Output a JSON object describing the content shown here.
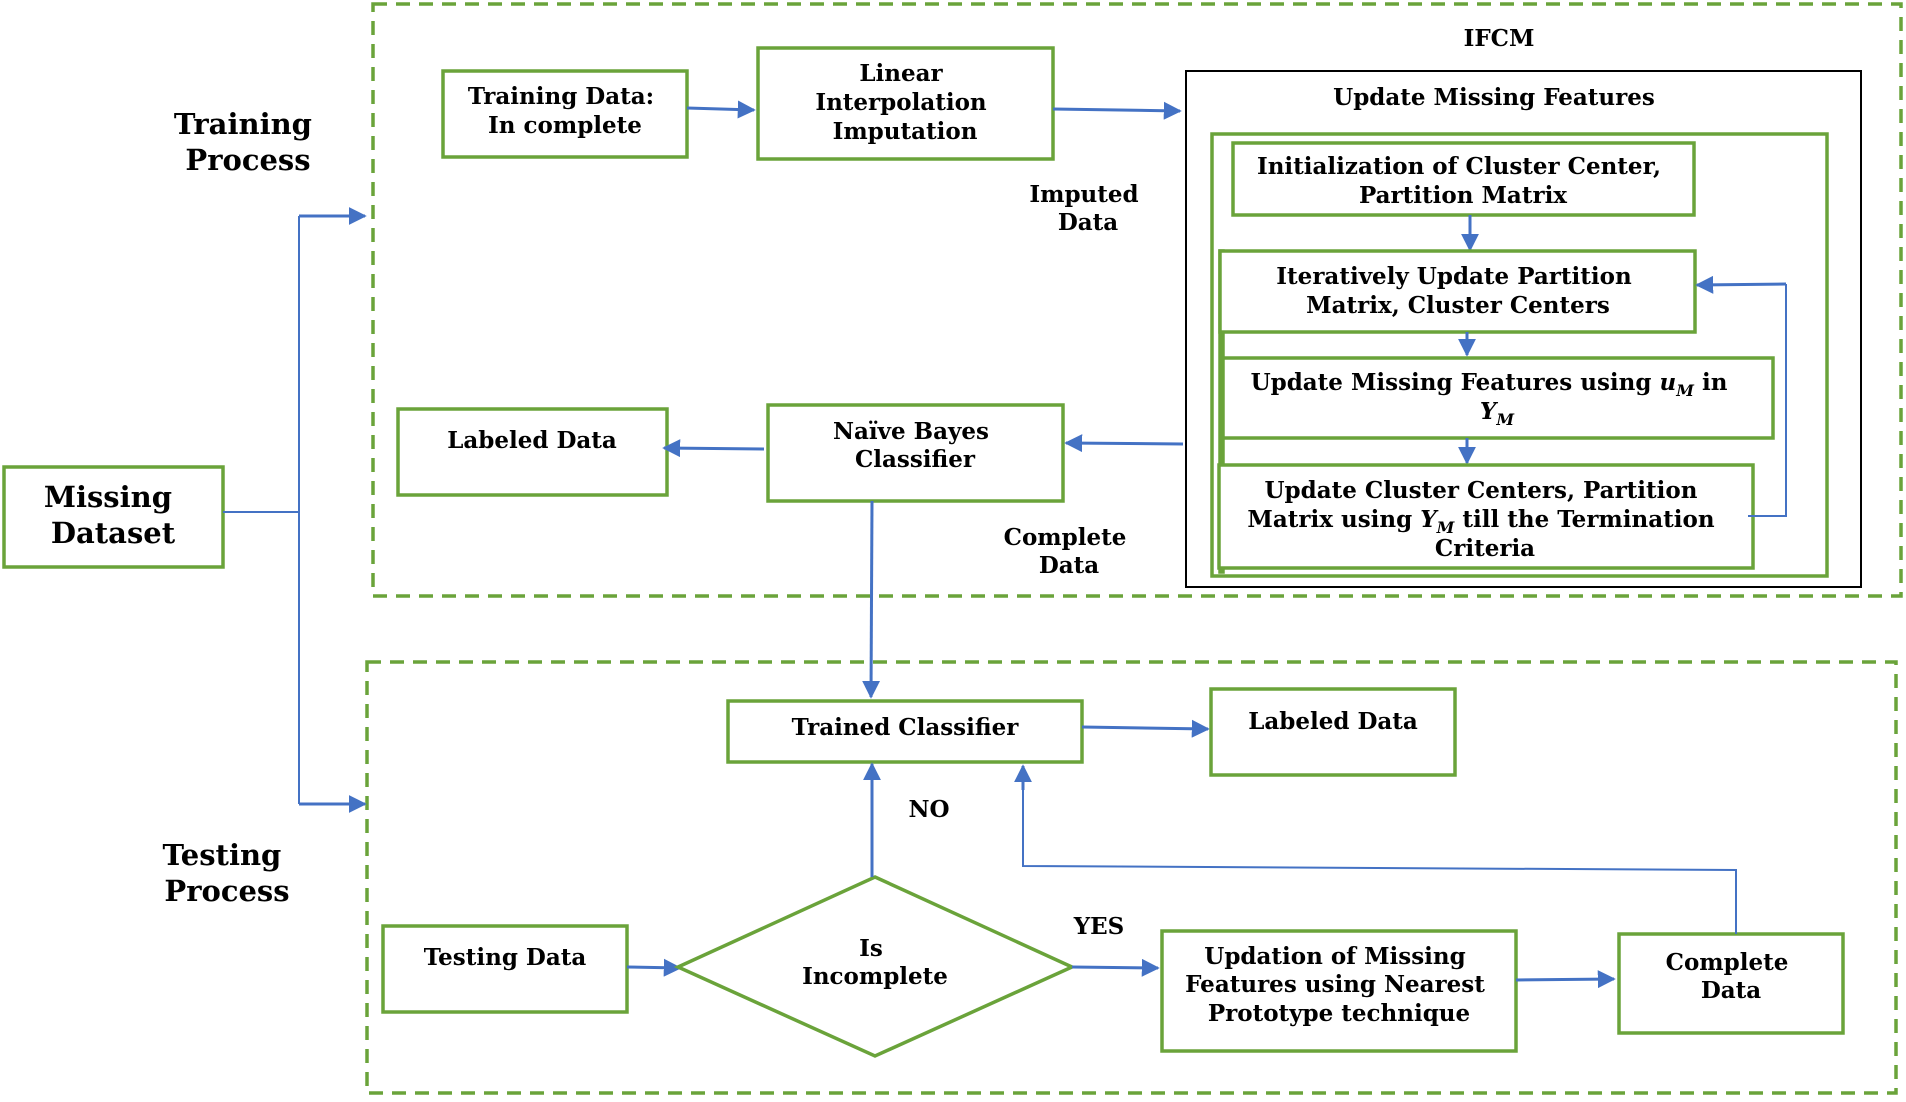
{
  "diagram": {
    "sections": {
      "training": [
        "Training",
        "Process"
      ],
      "testing": [
        "Testing",
        "Process"
      ],
      "ifcm": "IFCM"
    },
    "nodes": {
      "missing_dataset": [
        "Missing",
        "Dataset"
      ],
      "training_data": [
        "Training Data:",
        "In complete"
      ],
      "linear_interp": [
        "Linear",
        "Interpolation",
        "Imputation"
      ],
      "update_missing_title": "Update Missing Features",
      "init_cluster": [
        "Initialization of Cluster Center,",
        "Partition Matrix"
      ],
      "iter_update": [
        "Iteratively Update Partition",
        "Matrix, Cluster Centers"
      ],
      "update_um": [
        "Update Missing Features using",
        "in"
      ],
      "um_symbol": {
        "base": "u",
        "sub": "M"
      },
      "ym_symbol": {
        "base": "Y",
        "sub": "M"
      },
      "update_centers": [
        "Update Cluster Centers, Partition",
        "Matrix using",
        "till the Termination",
        "Criteria"
      ],
      "naive_bayes": [
        "Naïve Bayes",
        "Classifier"
      ],
      "labeled_data_top": "Labeled Data",
      "trained_classifier": "Trained Classifier",
      "labeled_data_bottom": "Labeled Data",
      "testing_data": "Testing Data",
      "is_incomplete": [
        "Is",
        "Incomplete"
      ],
      "updation": [
        "Updation of Missing",
        "Features using Nearest",
        "Prototype technique"
      ],
      "complete_data_box": [
        "Complete",
        "Data"
      ]
    },
    "edge_labels": {
      "imputed_data": [
        "Imputed",
        "Data"
      ],
      "complete_data": [
        "Complete",
        "Data"
      ],
      "no": "NO",
      "yes": "YES"
    },
    "colors": {
      "box_border": "#6aa33a",
      "arrow": "#4472c4",
      "ifcm_border": "#000000"
    }
  }
}
